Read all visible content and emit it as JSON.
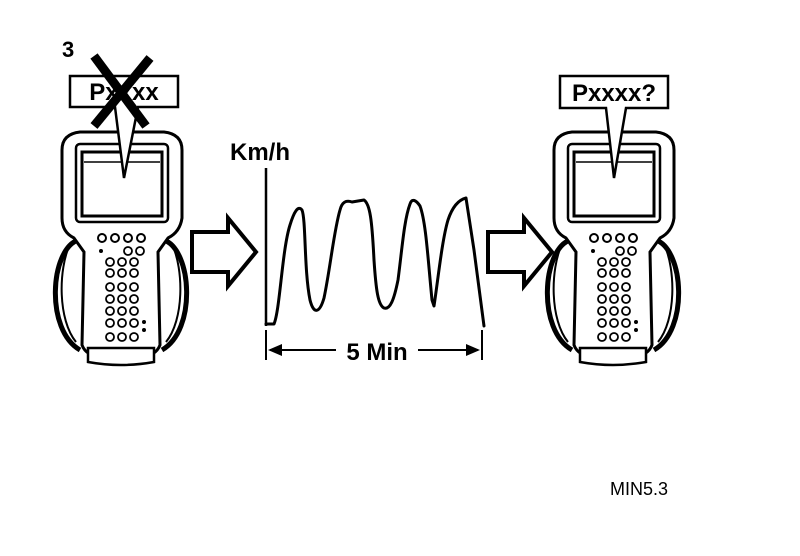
{
  "step_number": "3",
  "left_tool": {
    "code_label": "Pxxxx",
    "code_crossed_out": true
  },
  "right_tool": {
    "code_label": "Pxxxx?"
  },
  "speed_graph": {
    "y_unit_label": "Km/h",
    "duration_label": "5 Min"
  },
  "figure_id": "MIN5.3",
  "colors": {
    "ink": "#000000",
    "background": "#ffffff"
  },
  "icons": [
    "scan-tool-icon",
    "cross-out-icon",
    "arrow-right-icon"
  ]
}
